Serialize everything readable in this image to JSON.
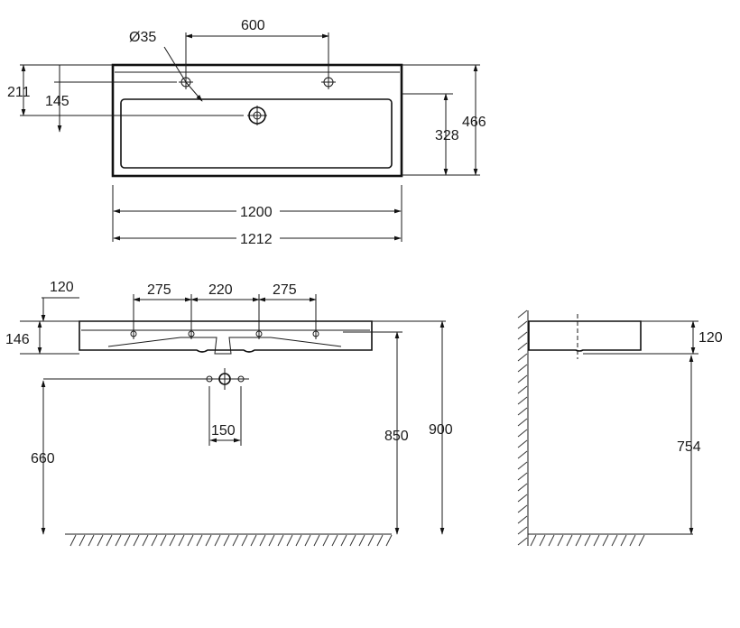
{
  "drawing": {
    "top_view": {
      "hole_diameter": "Ø35",
      "hole_spacing": "600",
      "offset_211": "211",
      "offset_145": "145",
      "bowl_depth": "328",
      "total_depth": "466",
      "inner_width": "1200",
      "outer_width": "1212"
    },
    "front_view": {
      "edge_offset": "120",
      "spacing_left": "275",
      "spacing_mid": "220",
      "spacing_right": "275",
      "basin_height": "146",
      "drain_spacing": "150",
      "height_660": "660",
      "height_850": "850",
      "height_900": "900"
    },
    "side_view": {
      "basin_height": "120",
      "height_754": "754"
    }
  },
  "colors": {
    "line": "#111111",
    "background": "#ffffff"
  }
}
